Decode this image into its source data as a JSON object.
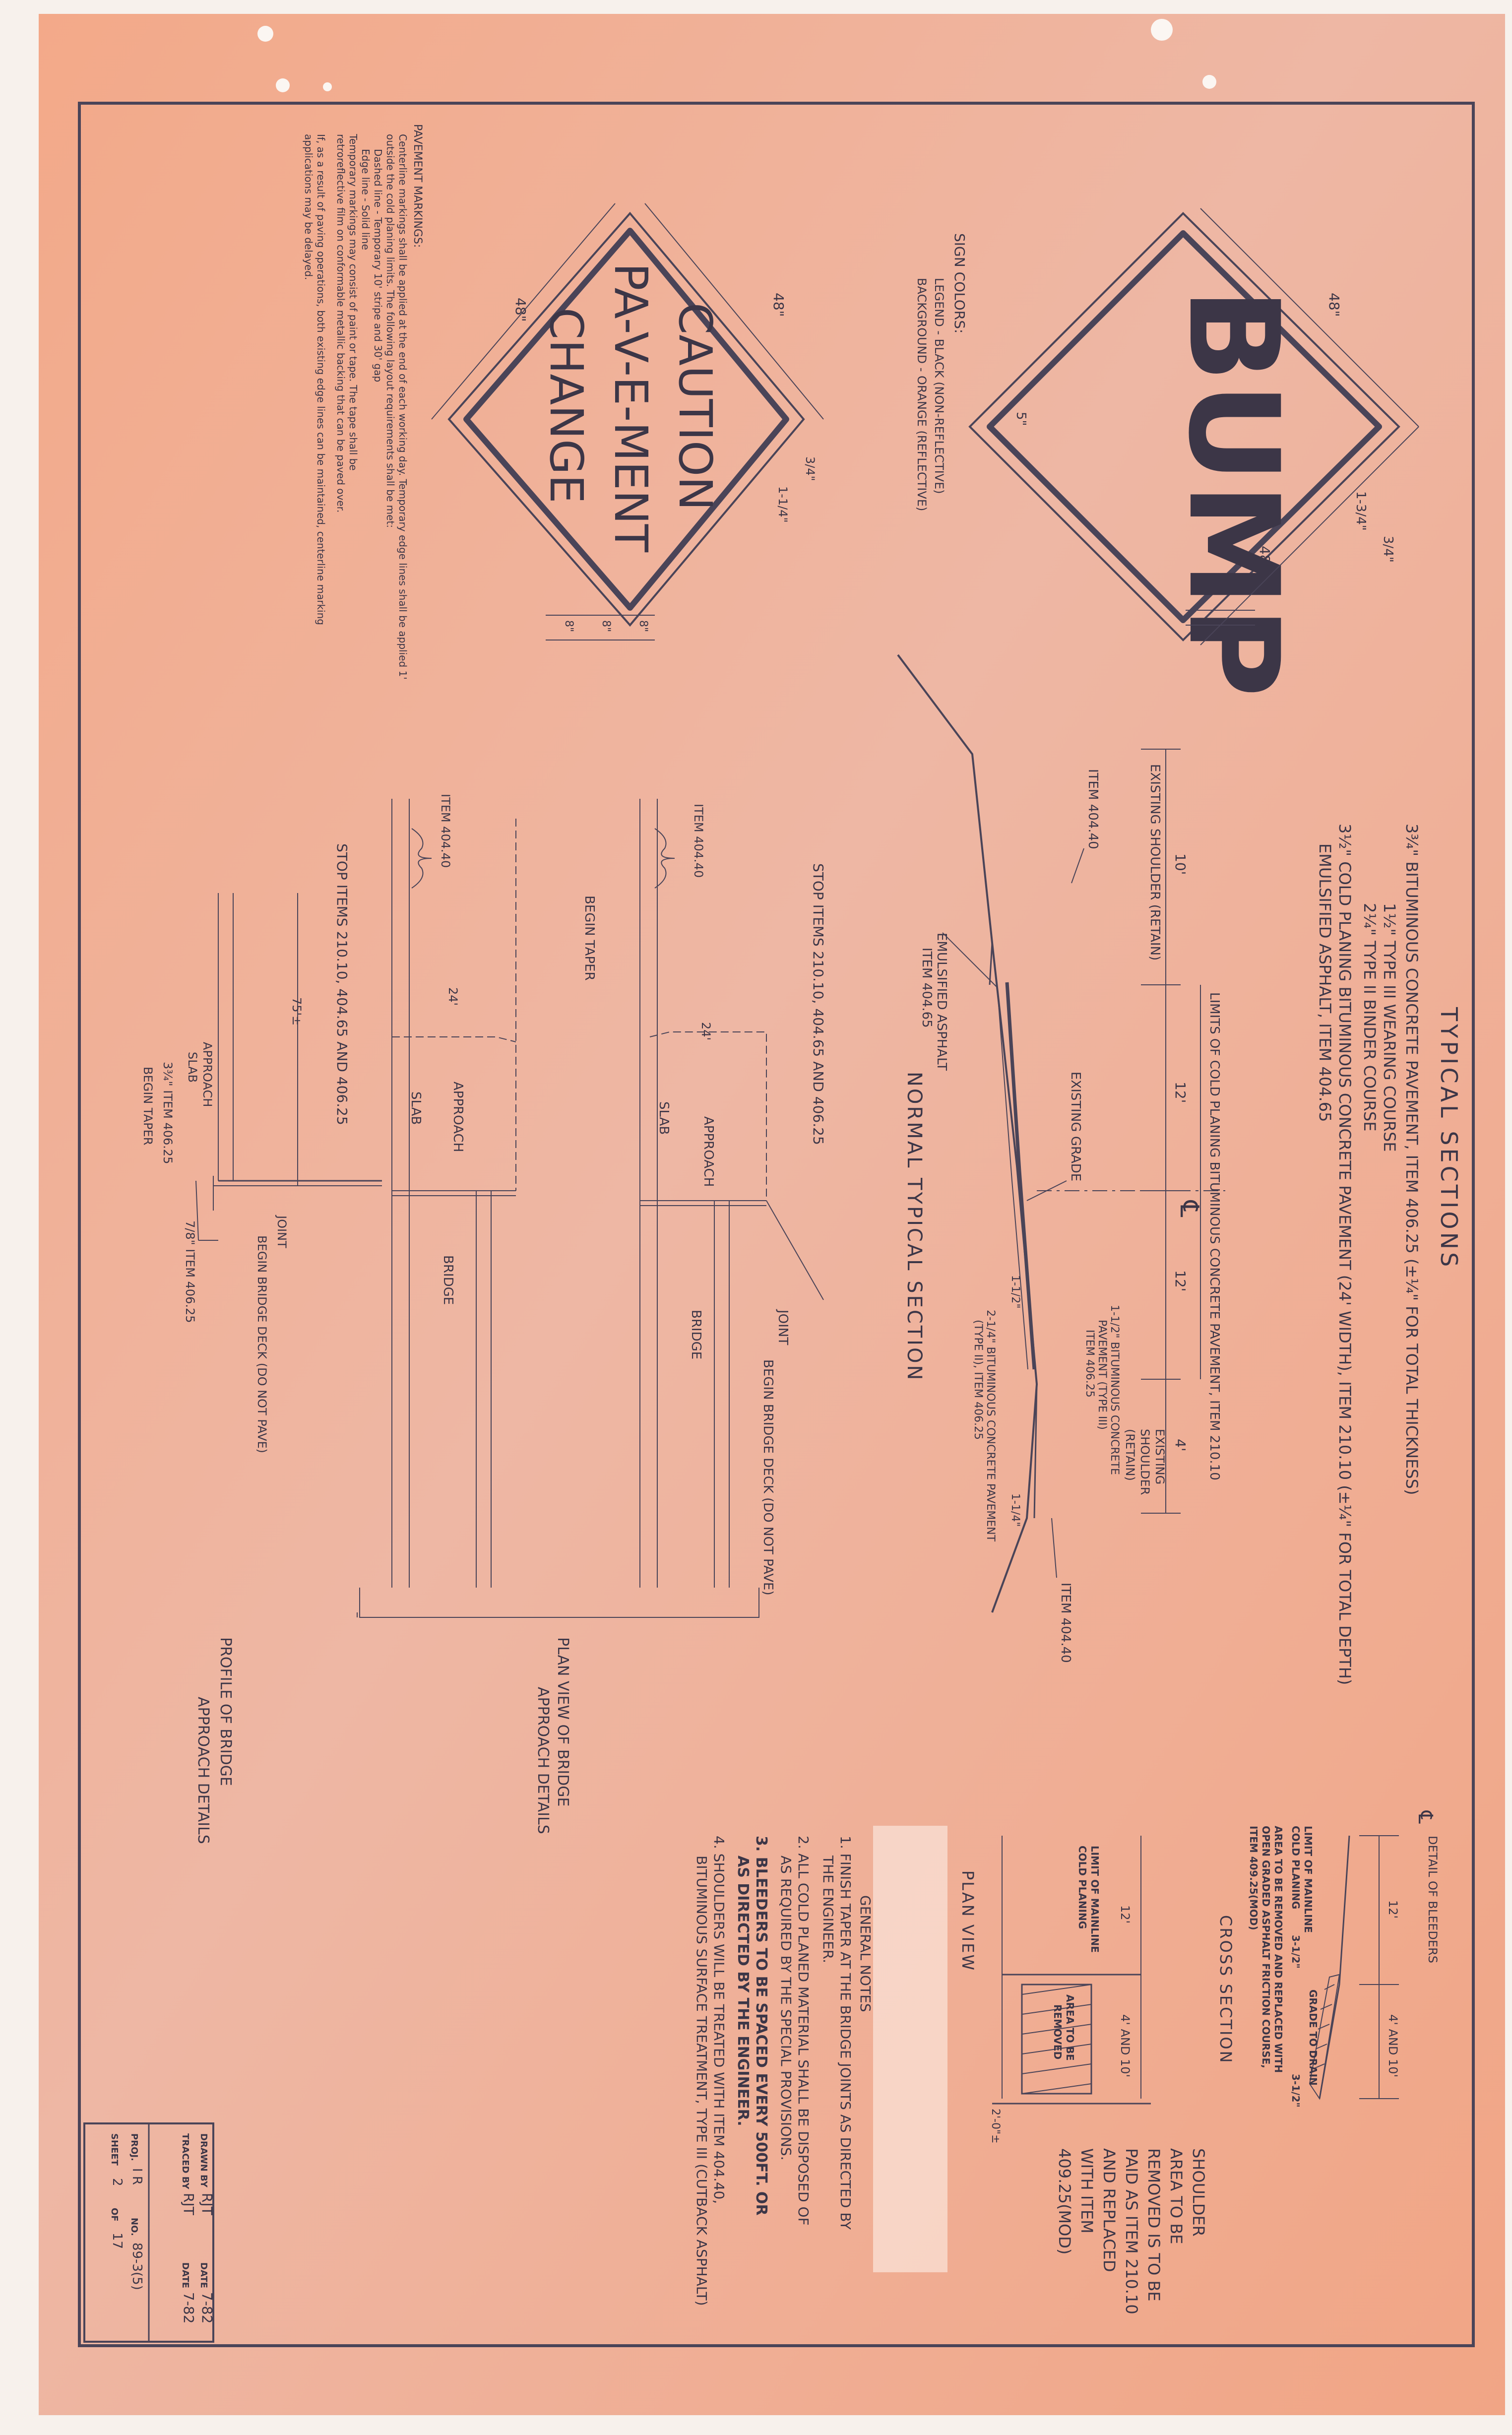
{
  "typical_sections": {
    "title": "TYPICAL SECTIONS",
    "line1": "3¾\" BITUMINOUS CONCRETE PAVEMENT, ITEM 406.25 (±¼\" FOR TOTAL THICKNESS)",
    "line2": "1½\" TYPE III WEARING COURSE",
    "line3": "2¼\" TYPE II BINDER COURSE",
    "line4": "3½\" COLD PLANING BITUMINOUS CONCRETE PAVEMENT (24' WIDTH), ITEM 210.10 (±¼\" FOR TOTAL DEPTH)",
    "line5": "EMULSIFIED ASPHALT, ITEM 404.65"
  },
  "normal_section": {
    "title": "NORMAL TYPICAL SECTION",
    "item_40440_a": "ITEM 404.40",
    "item_40440_b": "ITEM 404.40",
    "existing_shoulder": "EXISTING SHOULDER (RETAIN)",
    "existing_shoulder_r1": "EXISTING",
    "existing_shoulder_r2": "SHOULDER",
    "existing_shoulder_r3": "(RETAIN)",
    "limits_cold_planing": "LIMITS OF COLD PLANING BITUMINOUS CONCRETE PAVEMENT, ITEM 210.10",
    "emulsified_1": "EMULSIFIED ASPHALT",
    "emulsified_2": "ITEM 404.65",
    "existing_grade": "EXISTING GRADE",
    "cl": "℄",
    "dim_10": "10'",
    "dim_12a": "12'",
    "dim_12b": "12'",
    "dim_4": "4'",
    "slope_a": "1-1/4\"",
    "slope_b": "1-1/2\"",
    "wearing_1": "1-1/2\" BITUMINOUS CONCRETE",
    "wearing_2": "PAVEMENT (TYPE III)",
    "wearing_3": "ITEM 406.25",
    "binder_1": "2-1/4\" BITUMINOUS CONCRETE PAVEMENT",
    "binder_2": "(TYPE II), ITEM 406.25"
  },
  "bump_sign": {
    "text": "BUMP",
    "dim_48a": "48\"",
    "dim_48b": "48\"",
    "dim_side": "1-3/4\"",
    "dim_border": "3/4\"",
    "dim_margin": "5\""
  },
  "caution_sign": {
    "line1": "CAUTION",
    "line2": "PA-V-E-MENT",
    "line3": "CHANGE",
    "dim_48a": "48\"",
    "dim_48b": "48\"",
    "dim_border": "3/4\"",
    "dim_inset": "1-1/4\"",
    "dim_row1": "8\"",
    "dim_row2": "8\"",
    "dim_row3": "8\""
  },
  "sign_colors": {
    "title": "SIGN COLORS:",
    "legend": "LEGEND - BLACK (NON-REFLECTIVE)",
    "background": "BACKGROUND - ORANGE (REFLECTIVE)"
  },
  "pavement_markings": {
    "heading": "PAVEMENT MARKINGS:",
    "l1": "Centerline markings shall be applied at the end of each working day. Temporary edge lines shall be applied 1'",
    "l2": "outside the cold planing limits. The following layout requirements shall be met:",
    "l3": "Dashed line - Temporary 10' stripe and 30' gap",
    "l4": "Edge line - Solid line",
    "l5": "Temporary markings may consist of paint or tape. The tape shall be",
    "l6": "retroreflective film on conformable metallic backing that can be paved over.",
    "l7": "If, as a result of paving operations, both existing edge lines can be maintained, centerline marking",
    "l8": "applications may be delayed."
  },
  "plan_view_bridge": {
    "title_1": "PLAN VIEW OF BRIDGE",
    "title_2": "APPROACH DETAILS",
    "stop_items": "STOP ITEMS 210.10, 404.65 AND 406.25",
    "item_40440_a": "ITEM 404.40",
    "item_40440_b": "ITEM 404.40",
    "begin_taper": "BEGIN TAPER",
    "dim_24a": "24'",
    "dim_24b": "24'",
    "approach_a": "APPROACH",
    "slab_a": "SLAB",
    "approach_b": "APPROACH",
    "slab_b": "SLAB",
    "bridge_a": "BRIDGE",
    "bridge_b": "BRIDGE",
    "joint": "JOINT",
    "begin_deck": "BEGIN BRIDGE DECK (DO NOT PAVE)"
  },
  "profile_bridge": {
    "title_1": "PROFILE OF BRIDGE",
    "title_2": "APPROACH DETAILS",
    "stop_items": "STOP ITEMS 210.10, 404.65 AND 406.25",
    "dim_75": "75'±",
    "approach_slab_1": "APPROACH",
    "approach_slab_2": "SLAB",
    "item_3_4": "3¾\" ITEM 406.25",
    "begin_taper": "BEGIN TAPER",
    "item_7_8_a": "7/8\" ITEM 406.25",
    "joint": "JOINT",
    "begin_deck": "BEGIN BRIDGE DECK (DO NOT PAVE)"
  },
  "bleeders": {
    "detail_title": "DETAIL OF BLEEDERS",
    "cl": "℄",
    "dim_12": "12'",
    "dim_4_10": "4' AND 10'",
    "limit_mainline_1": "LIMIT OF MAINLINE",
    "limit_mainline_2": "COLD PLANING",
    "depth_a": "3-1/2\"",
    "grade_drain": "GRADE TO DRAIN",
    "depth_b": "3-1/2\"",
    "area_1": "AREA TO BE REMOVED AND REPLACED WITH",
    "area_2": "OPEN GRADED ASPHALT FRICTION COURSE,",
    "area_3": "ITEM 409.25(MOD)",
    "cross_section": "CROSS SECTION",
    "plan_view": "PLAN VIEW",
    "pv_dim_12": "12'",
    "pv_dim_4_10": "4' AND 10'",
    "pv_limit_1": "LIMIT OF MAINLINE",
    "pv_limit_2": "COLD PLANING",
    "pv_area_1": "AREA TO BE",
    "pv_area_2": "REMOVED",
    "pv_dim_2": "2'-0\"±"
  },
  "shoulder_note": {
    "l1": "SHOULDER",
    "l2": "AREA TO BE",
    "l3": "REMOVED IS TO BE",
    "l4": "PAID AS ITEM 210.10",
    "l5": "AND REPLACED",
    "l6": "WITH ITEM",
    "l7": "409.25(MOD)"
  },
  "general_notes": {
    "title": "GENERAL NOTES",
    "n1a": "1. FINISH TAPER AT THE BRIDGE JOINTS AS DIRECTED BY",
    "n1b": "THE ENGINEER.",
    "n2a": "2. ALL COLD PLANED MATERIAL SHALL BE DISPOSED OF",
    "n2b": "AS REQUIRED BY THE SPECIAL PROVISIONS.",
    "n3a": "3. BLEEDERS TO BE SPACED EVERY 500FT. OR",
    "n3b": "AS DIRECTED BY THE ENGINEER.",
    "n4a": "4. SHOULDERS WILL BE TREATED WITH ITEM 404.40,",
    "n4b": "BITUMINOUS SURFACE TREATMENT, TYPE III (CUTBACK ASPHALT)"
  },
  "title_block": {
    "drawn_by_label": "DRAWN BY",
    "drawn_by": "RJT",
    "drawn_date_label": "DATE",
    "drawn_date": "7-82",
    "traced_by_label": "TRACED BY",
    "traced_by": "RJT",
    "traced_date_label": "DATE",
    "traced_date": "7-82",
    "proj_label": "PROJ.",
    "proj": "I R",
    "no_label": "NO.",
    "proj_no": "89-3(5)",
    "sheet_label": "SHEET",
    "sheet": "2",
    "of_label": "OF",
    "sheet_total": "17"
  },
  "colors": {
    "paper": "#f7f1ec",
    "sheet": "#f1b193",
    "ink": "#3c3647",
    "border": "#4a4458",
    "faded": "#e9bca8"
  }
}
